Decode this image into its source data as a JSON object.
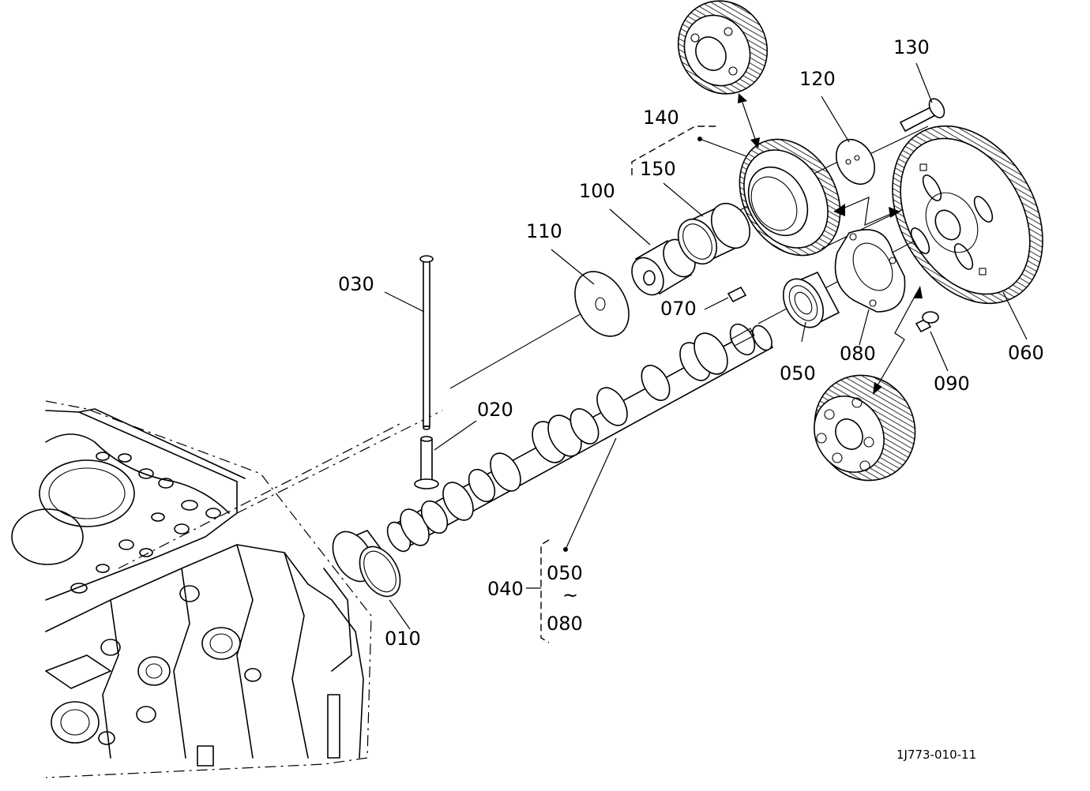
{
  "labels": {
    "p010": "010",
    "p020": "020",
    "p030": "030",
    "p040": "040",
    "p040_from": "050",
    "p040_sep": "~",
    "p040_to": "080",
    "p050": "050",
    "p060": "060",
    "p070": "070",
    "p080": "080",
    "p090": "090",
    "p100": "100",
    "p110": "110",
    "p120": "120",
    "p130": "130",
    "p140": "140",
    "p150": "150"
  },
  "drawing_code": "1J773-010-11"
}
